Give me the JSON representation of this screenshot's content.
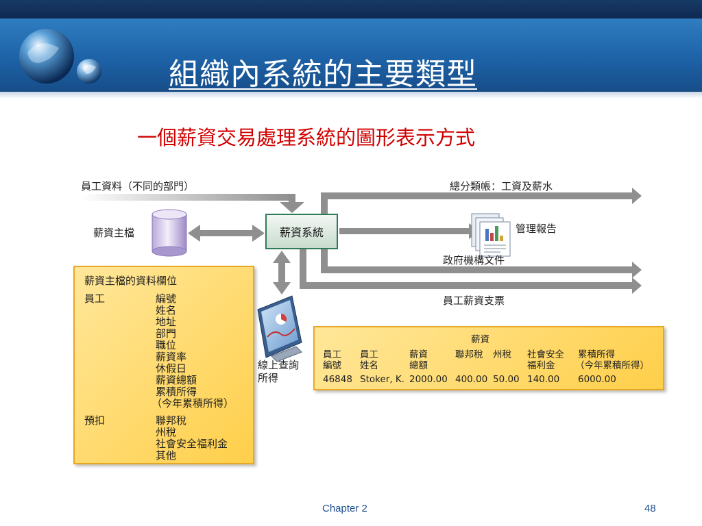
{
  "title": "組織內系統的主要類型",
  "subtitle": "一個薪資交易處理系統的圖形表示方式",
  "diagram": {
    "input_label": "員工資料（不同的部門）",
    "master_file_label": "薪資主檔",
    "system_label": "薪資系統",
    "outputs": {
      "ledger": "總分類帳：工資及薪水",
      "reports": "管理報告",
      "gov_docs": "政府機構文件",
      "checks": "員工薪資支票"
    },
    "online_query_line1": "線上查詢",
    "online_query_line2": "所得",
    "fields_panel": {
      "heading": "薪資主檔的資料欄位",
      "group_employee": "員工",
      "employee_fields": [
        "編號",
        "姓名",
        "地址",
        "部門",
        "職位",
        "薪資率",
        "休假日",
        "薪資總額",
        "累積所得",
        "（今年累積所得）"
      ],
      "group_deduction": "預扣",
      "deduction_fields": [
        "聯邦稅",
        "州稅",
        "社會安全福利金",
        "其他"
      ]
    },
    "payroll_record": {
      "heading": "薪資",
      "headers": [
        [
          "員工",
          "編號"
        ],
        [
          "員工",
          "姓名"
        ],
        [
          "薪資",
          "總額"
        ],
        [
          "聯邦稅",
          ""
        ],
        [
          "州稅",
          ""
        ],
        [
          "社會安全",
          "福利金"
        ],
        [
          "累積所得",
          "（今年累積所得）"
        ]
      ],
      "values": [
        "46848",
        "Stoker, K.",
        "2000.00",
        "400.00",
        "50.00",
        "140.00",
        "6000.00"
      ]
    }
  },
  "footer": {
    "chapter": "Chapter 2",
    "page": "48"
  },
  "colors": {
    "header_blue": "#1e63a8",
    "title_text": "#ffffff",
    "subtitle_red": "#d00000",
    "panel_yellow": "#ffd866",
    "arrow_gray": "#8f8f8f"
  }
}
